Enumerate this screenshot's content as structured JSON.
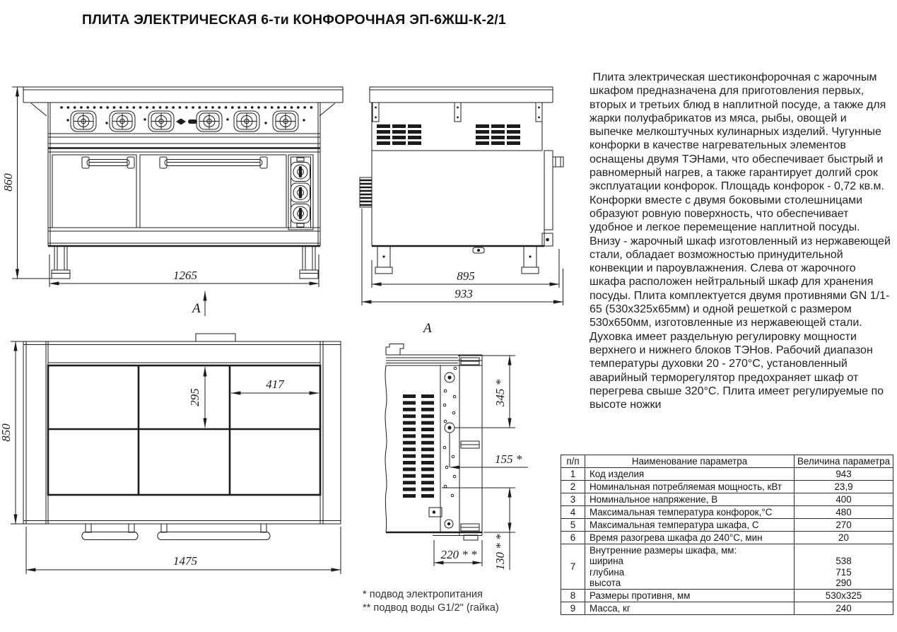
{
  "title": "ПЛИТА ЭЛЕКТРИЧЕСКАЯ 6-ти КОНФОРОЧНАЯ ЭП-6ЖШ-К-2/1",
  "description": " Плита электрическая шестиконфорочная с жарочным шкафом предназначена для приготовления первых, вторых и третьих блюд в наплитной посуде, а также для жарки полуфабрикатов из мяса, рыбы, овощей и выпечке мелкоштучных кулинарных изделий. Чугунные конфорки в качестве нагревательных элементов оснащены двумя ТЭНами, что обеспечивает быстрый и равномерный нагрев, а также гарантирует долгий срок эксплуатации конфорок. Площадь конфорок - 0,72 кв.м. Конфорки вместе с двумя боковыми столешницами образуют ровную поверхность, что обеспечивает удобное и легкое перемещение наплитной посуды. Внизу - жарочный шкаф изготовленный из нержавеющей стали, обладает возможностью принудительной конвекции и пароувлажнения. Слева от жарочного шкафа расположен нейтральный шкаф для хранения посуды. Плита комплектуется двумя противнями GN 1/1-65 (530х325х65мм) и одной решеткой с размером 530х650мм, изготовленные из нержавеющей стали. Духовка имеет раздельную регулировку мощности верхнего и нижнего блоков ТЭНов. Рабочий диапазон температуры духовки 20 - 270°С, установленный аварийный терморегулятор предохраняет шкаф от перегрева свыше 320°С. Плита имеет регулируемые по высоте ножки",
  "dimensions": {
    "front": {
      "height": "860",
      "width": "1265",
      "section_arrow": "А"
    },
    "side": {
      "depth_body": "895",
      "depth_total": "933"
    },
    "plan": {
      "height": "850",
      "width": "1475",
      "burner_depth": "295",
      "burner_width": "417"
    },
    "section": {
      "view_label": "А",
      "dim_345": "345 *",
      "dim_155": "155 *",
      "dim_130": "130 * *",
      "dim_220": "220 * *"
    }
  },
  "footnotes": {
    "line1": "* подвод электропитания",
    "line2": "** подвод воды G1/2\" (гайка)"
  },
  "spec_table": {
    "headers": {
      "num": "п/п",
      "name": "Наименование параметра",
      "value": "Величина параметра"
    },
    "rows": [
      {
        "num": "1",
        "name": "Код изделия",
        "value": "943"
      },
      {
        "num": "2",
        "name": "Номинальная потребляемая мощность, кВт",
        "value": "23,9"
      },
      {
        "num": "3",
        "name": "Номинальное напряжение, В",
        "value": "400"
      },
      {
        "num": "4",
        "name": "Максимальная температура конфорок,°С",
        "value": "480"
      },
      {
        "num": "5",
        "name": "Максимальная температура шкафа,  С",
        "value": "270"
      },
      {
        "num": "6",
        "name": "Время разогрева шкафа до 240°С, мин",
        "value": "20"
      },
      {
        "num": "7",
        "name_lines": [
          "Внутренние размеры шкафа, мм:",
          "ширина",
          "глубина",
          "высота"
        ],
        "value_lines": [
          "538",
          "715",
          "290"
        ]
      },
      {
        "num": "8",
        "name": "Размеры противня, мм",
        "value": "530х325"
      },
      {
        "num": "9",
        "name": "Масса, кг",
        "value": "240"
      }
    ]
  }
}
